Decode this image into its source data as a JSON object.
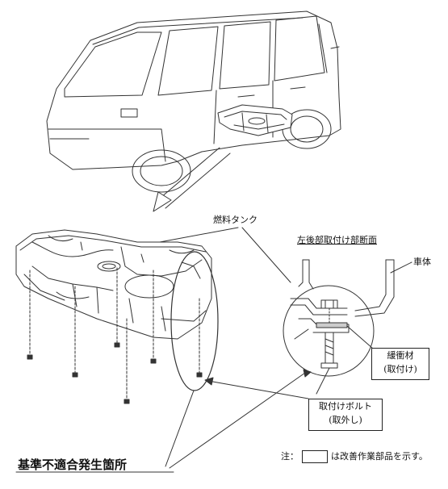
{
  "labels": {
    "fuel_tank": "燃料タンク",
    "section_title": "左後部取付け部断面",
    "body": "車体",
    "cushion_line1": "緩衝材",
    "cushion_line2": "(取付け)",
    "bolt_line1": "取付けボルト",
    "bolt_line2": "(取外し)",
    "nonconformity": "基準不適合発生箇所"
  },
  "legend": {
    "prefix": "注：",
    "suffix": "は改善作業部品を示す。"
  }
}
